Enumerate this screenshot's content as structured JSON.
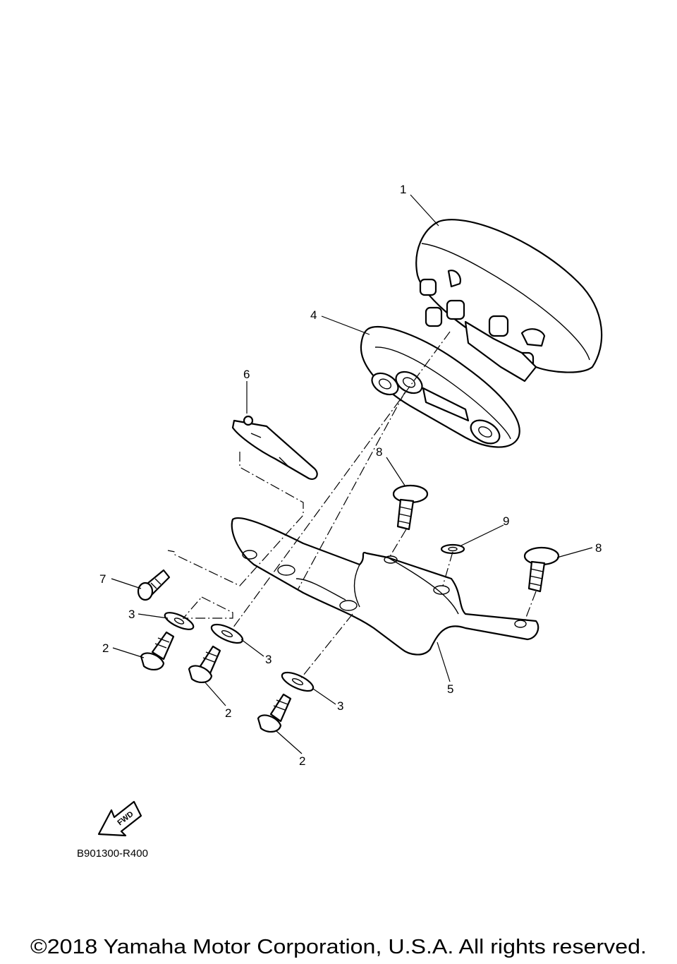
{
  "callouts": {
    "c1": "1",
    "c2a": "2",
    "c2b": "2",
    "c2c": "2",
    "c3a": "3",
    "c3b": "3",
    "c3c": "3",
    "c4": "4",
    "c5": "5",
    "c6": "6",
    "c7": "7",
    "c8a": "8",
    "c8b": "8",
    "c9": "9"
  },
  "fwd_label": "FWD",
  "diagram_code": "B901300-R400",
  "copyright": "©2018 Yamaha Motor Corporation, U.S.A. All rights reserved."
}
